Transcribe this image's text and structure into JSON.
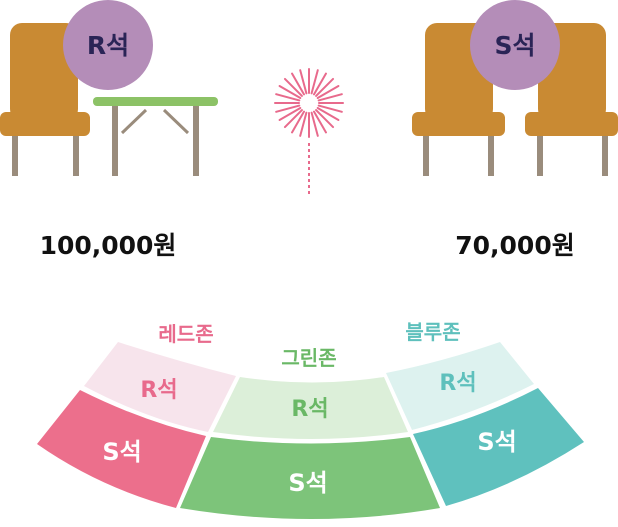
{
  "tiers": [
    {
      "badge": "R석",
      "price": "100,000원"
    },
    {
      "badge": "S석",
      "price": "70,000원"
    }
  ],
  "zones": {
    "red": {
      "name": "레드존",
      "upper": "R석",
      "lower": "S석"
    },
    "green": {
      "name": "그린존",
      "upper": "R석",
      "lower": "S석"
    },
    "blue": {
      "name": "블루존",
      "upper": "R석",
      "lower": "S석"
    }
  },
  "colors": {
    "chair": "#C98A33",
    "chair_leg": "#9A8C7C",
    "table_top": "#8CC266",
    "table_frame": "#9A8C7C",
    "badge_fill": "#B48DB8",
    "badge_text": "#2A2456",
    "firework": "#E86A8C",
    "red_upper": "#F7E4EC",
    "red_lower": "#EC6F8C",
    "red_text": "#E86A8C",
    "green_upper": "#DCEFD9",
    "green_lower": "#7DC47A",
    "green_text": "#6AB866",
    "blue_upper": "#DDF2EF",
    "blue_lower": "#5FC1BE",
    "blue_text": "#5EC0BC"
  }
}
